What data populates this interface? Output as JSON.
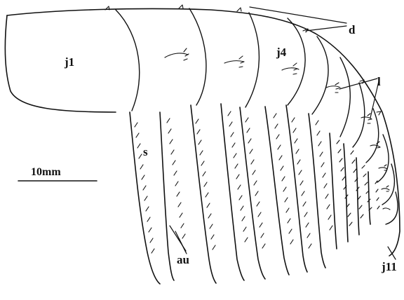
{
  "figure": {
    "labels": {
      "j1": "j1",
      "j4": "j4",
      "j11": "j11",
      "d": "d",
      "l": "l",
      "s": "s",
      "au": "au"
    },
    "scale_bar": {
      "label": "10mm"
    }
  }
}
